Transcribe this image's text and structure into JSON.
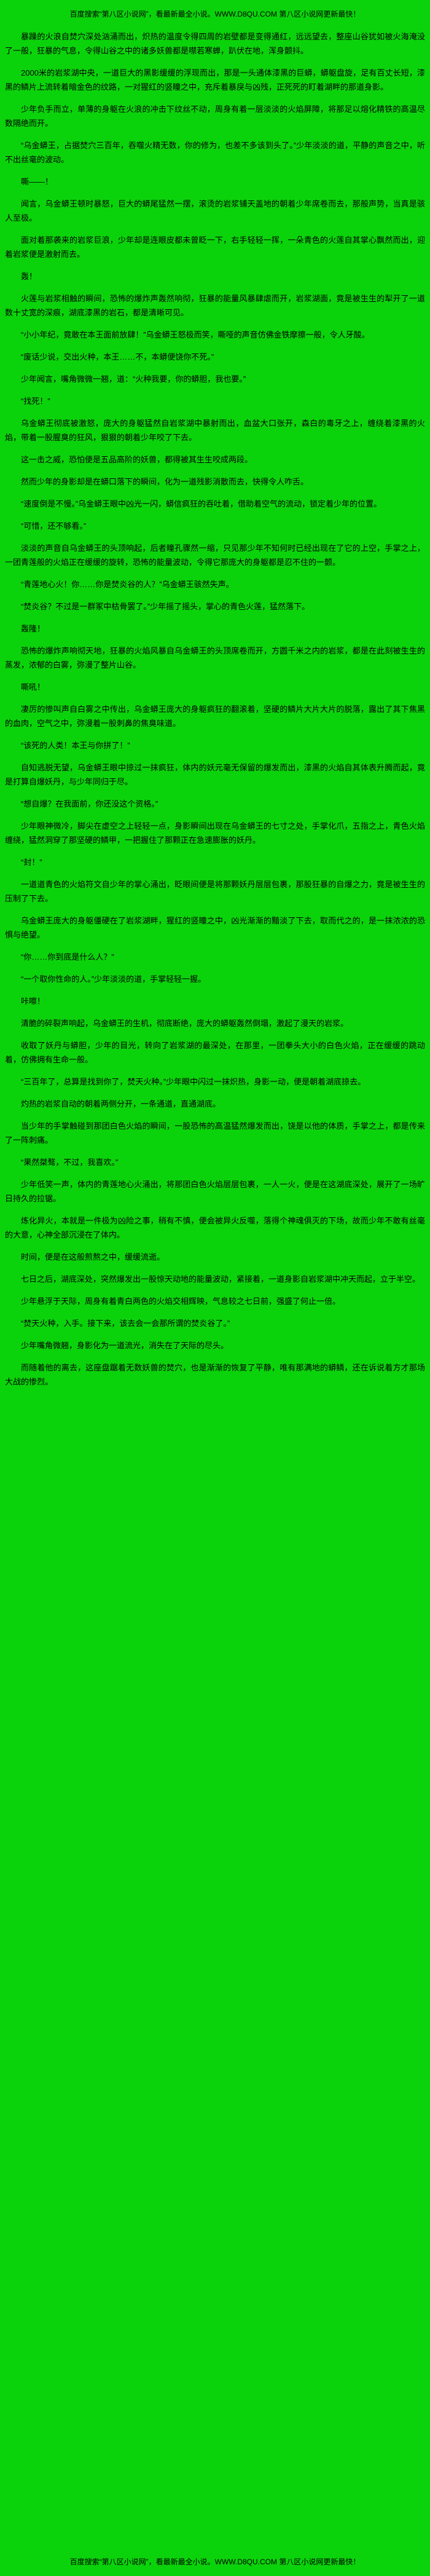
{
  "page": {
    "background_color": "#0bd30b",
    "text_color": "#000000"
  },
  "header": {
    "text": "百度搜索“第八区小说网”，看最新最全小说。WWW.D8QU.COM  第八区小说网更新最快！"
  },
  "chapter": {
    "paragraphs": [
      "暴躁的火浪自焚穴深处汹涌而出，炽热的温度令得四周的岩壁都是变得通红，远远望去，整座山谷犹如被火海淹没了一般，狂暴的气息，令得山谷之中的诸多妖兽都是噤若寒蝉，趴伏在地，浑身颤抖。",
      "2000米的岩浆湖中央，一道巨大的黑影缓缓的浮现而出，那是一头通体漆黑的巨蟒，蟒躯盘旋，足有百丈长短，漆黑的鳞片上流转着暗金色的纹路，一对猩红的竖瞳之中，充斥着暴戾与凶残，正死死的盯着湖畔的那道身影。",
      "少年负手而立，单薄的身躯在火浪的冲击下纹丝不动，周身有着一层淡淡的火焰屏障，将那足以熔化精铁的高温尽数隔绝而开。",
      "“乌金蟒王，占据焚穴三百年，吞噬火精无数，你的修为，也差不多该到头了。”少年淡淡的道，平静的声音之中，听不出丝毫的波动。",
      "嘶——！",
      "闻言，乌金蟒王顿时暴怒，巨大的蟒尾猛然一摆，滚烫的岩浆铺天盖地的朝着少年席卷而去，那般声势，当真是骇人至极。",
      "面对着那袭来的岩浆巨浪，少年却是连眼皮都未曾眨一下，右手轻轻一挥，一朵青色的火莲自其掌心飘然而出，迎着岩浆便是激射而去。",
      "轰！",
      "火莲与岩浆相触的瞬间，恐怖的爆炸声轰然响彻，狂暴的能量风暴肆虐而开，岩浆湖面，竟是被生生的犁开了一道数十丈宽的深痕，湖底漆黑的岩石，都是清晰可见。",
      "“小小年纪，竟敢在本王面前放肆！”乌金蟒王怒极而笑，嘶哑的声音仿佛金铁摩擦一般，令人牙酸。",
      "“废话少说，交出火种，本王……不，本蟒便饶你不死。”",
      "少年闻言，嘴角微微一翘，道：“火种我要，你的蟒胆，我也要。”",
      "“找死！”",
      "乌金蟒王彻底被激怒，庞大的身躯猛然自岩浆湖中暴射而出，血盆大口张开，森白的毒牙之上，缠绕着漆黑的火焰，带着一股腥臭的狂风，狠狠的朝着少年咬了下去。",
      "这一击之威，恐怕便是五品高阶的妖兽，都得被其生生咬成两段。",
      "然而少年的身影却是在蟒口落下的瞬间，化为一道残影消散而去，快得令人咋舌。",
      "“速度倒是不慢。”乌金蟒王眼中凶光一闪，蟒信疯狂的吞吐着，借助着空气的流动，锁定着少年的位置。",
      "“可惜，还不够看。”",
      "淡淡的声音自乌金蟒王的头顶响起，后者瞳孔骤然一缩，只见那少年不知何时已经出现在了它的上空，手掌之上，一团青莲般的火焰正在缓缓的旋转，恐怖的能量波动，令得它那庞大的身躯都是忍不住的一颤。",
      "“青莲地心火！你……你是焚炎谷的人？”乌金蟒王骇然失声。",
      "“焚炎谷？不过是一群冢中枯骨罢了。”少年摇了摇头，掌心的青色火莲，猛然落下。",
      "轰隆！",
      "恐怖的爆炸声响彻天地，狂暴的火焰风暴自乌金蟒王的头顶席卷而开，方圆千米之内的岩浆，都是在此刻被生生的蒸发，浓郁的白雾，弥漫了整片山谷。",
      "嘶吼！",
      "凄厉的惨叫声自白雾之中传出，乌金蟒王庞大的身躯疯狂的翻滚着，坚硬的鳞片大片大片的脱落，露出了其下焦黑的血肉，空气之中，弥漫着一股刺鼻的焦臭味道。",
      "“该死的人类！本王与你拼了！”",
      "自知逃脱无望，乌金蟒王眼中掠过一抹疯狂，体内的妖元毫无保留的爆发而出，漆黑的火焰自其体表升腾而起，竟是打算自爆妖丹，与少年同归于尽。",
      "“想自爆？在我面前，你还没这个资格。”",
      "少年眼神微冷，脚尖在虚空之上轻轻一点，身影瞬间出现在乌金蟒王的七寸之处，手掌化爪，五指之上，青色火焰缠绕，猛然洞穿了那坚硬的鳞甲，一把握住了那颗正在急速膨胀的妖丹。",
      "“封！”",
      "一道道青色的火焰符文自少年的掌心涌出，眨眼间便是将那颗妖丹层层包裹，那股狂暴的自爆之力，竟是被生生的压制了下去。",
      "乌金蟒王庞大的身躯僵硬在了岩浆湖畔，猩红的竖瞳之中，凶光渐渐的黯淡了下去，取而代之的，是一抹浓浓的恐惧与绝望。",
      "“你……你到底是什么人？”",
      "“一个取你性命的人。”少年淡淡的道，手掌轻轻一握。",
      "咔嚓！",
      "清脆的碎裂声响起，乌金蟒王的生机，彻底断绝，庞大的蟒躯轰然倒塌，激起了漫天的岩浆。",
      "收取了妖丹与蟒胆，少年的目光，转向了岩浆湖的最深处，在那里，一团拳头大小的白色火焰，正在缓缓的跳动着，仿佛拥有生命一般。",
      "“三百年了，总算是找到你了，焚天火种。”少年眼中闪过一抹炽热，身影一动，便是朝着湖底掠去。",
      "灼热的岩浆自动的朝着两侧分开，一条通道，直通湖底。",
      "当少年的手掌触碰到那团白色火焰的瞬间，一股恐怖的高温猛然爆发而出，饶是以他的体质，手掌之上，都是传来了一阵刺痛。",
      "“果然桀骜，不过，我喜欢。”",
      "少年低笑一声，体内的青莲地心火涌出，将那团白色火焰层层包裹，一人一火，便是在这湖底深处，展开了一场旷日持久的拉锯。",
      "炼化异火，本就是一件极为凶险之事，稍有不慎，便会被异火反噬，落得个神魂俱灭的下场，故而少年不敢有丝毫的大意，心神全部沉浸在了体内。",
      "时间，便是在这般煎熬之中，缓缓流逝。",
      "七日之后，湖底深处，突然爆发出一股惊天动地的能量波动，紧接着，一道身影自岩浆湖中冲天而起，立于半空。",
      "少年悬浮于天际，周身有着青白两色的火焰交相辉映，气息较之七日前，强盛了何止一倍。",
      "“焚天火种，入手。接下来，该去会一会那所谓的焚炎谷了。”",
      "少年嘴角微翘，身影化为一道流光，消失在了天际的尽头。",
      "而随着他的离去，这座盘踞着无数妖兽的焚穴，也是渐渐的恢复了平静，唯有那满地的蟒鳞，还在诉说着方才那场大战的惨烈。"
    ]
  },
  "footer": {
    "text": "百度搜索“第八区小说网”，看最新最全小说。WWW.D8QU.COM  第八区小说网更新最快！"
  }
}
